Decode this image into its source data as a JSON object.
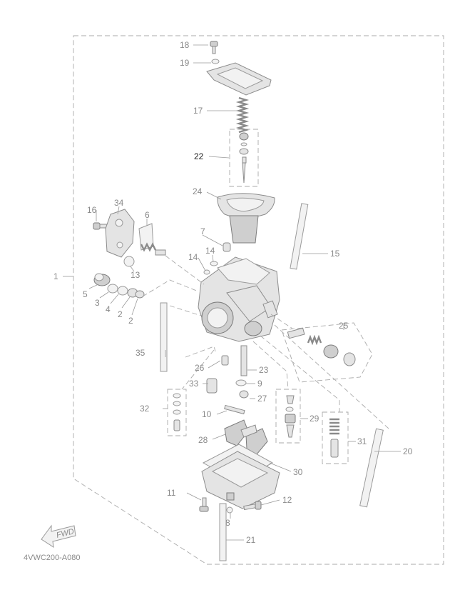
{
  "diagram": {
    "code": "4VWC200-A080",
    "fwd_label": "FWD",
    "callouts": {
      "n1": "1",
      "n2a": "2",
      "n2b": "2",
      "n3": "3",
      "n4": "4",
      "n5": "5",
      "n6": "6",
      "n7": "7",
      "n8": "8",
      "n9": "9",
      "n10": "10",
      "n11": "11",
      "n12": "12",
      "n13": "13",
      "n14a": "14",
      "n14b": "14",
      "n15": "15",
      "n16": "16",
      "n17": "17",
      "n18": "18",
      "n19": "19",
      "n20": "20",
      "n21": "21",
      "n22": "22",
      "n23": "23",
      "n24": "24",
      "n25": "25",
      "n26": "26",
      "n27": "27",
      "n28": "28",
      "n29": "29",
      "n30": "30",
      "n31": "31",
      "n32": "32",
      "n33": "33",
      "n34": "34",
      "n35": "35"
    }
  }
}
